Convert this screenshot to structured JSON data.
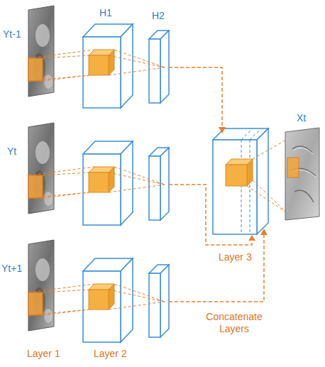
{
  "diagram": {
    "labels": [
      "Yt-1",
      "H1",
      "H2",
      "Yt",
      "Xt",
      "Layer 3",
      "Yt+1",
      "Concatenate Layers",
      "Layer 1",
      "Layer 2"
    ]
  }
}
